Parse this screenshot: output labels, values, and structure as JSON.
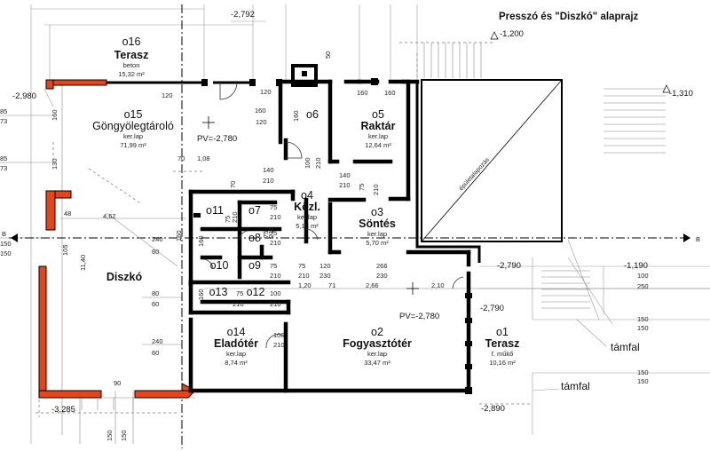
{
  "title": "Presszó és \"Diszkó\" alaprajz",
  "rooms": [
    {
      "id": "o16",
      "name": "Terasz",
      "finish": "beton",
      "area": "15,32 m²"
    },
    {
      "id": "o15",
      "name": "Göngyölegtároló",
      "finish": "ker.lap",
      "area": "71,99 m²"
    },
    {
      "id": "o6",
      "name": "",
      "finish": "",
      "area": ""
    },
    {
      "id": "o5",
      "name": "Raktár",
      "finish": "ker.lap",
      "area": "12,64 m²"
    },
    {
      "id": "o4",
      "name": "Közl.",
      "finish": "ker.lap",
      "area": "5,18 m²"
    },
    {
      "id": "o3",
      "name": "Söntés",
      "finish": "ker.lap",
      "area": "5,70 m²"
    },
    {
      "id": "o11",
      "name": "",
      "finish": "",
      "area": ""
    },
    {
      "id": "o7",
      "name": "",
      "finish": "",
      "area": ""
    },
    {
      "id": "o8",
      "name": "",
      "finish": "",
      "area": ""
    },
    {
      "id": "o10",
      "name": "",
      "finish": "",
      "area": ""
    },
    {
      "id": "o9",
      "name": "",
      "finish": "",
      "area": ""
    },
    {
      "id": "o13",
      "name": "",
      "finish": "",
      "area": ""
    },
    {
      "id": "o12",
      "name": "",
      "finish": "",
      "area": ""
    },
    {
      "id": "o14",
      "name": "Eladótér",
      "finish": "ker.lap",
      "area": "8,74 m²"
    },
    {
      "id": "o2",
      "name": "Fogyasztótér",
      "finish": "ker.lap",
      "area": "33,47 m²"
    },
    {
      "id": "o1",
      "name": "Terasz",
      "finish": "f. műkő",
      "area": "10,16 m²"
    },
    {
      "id": "",
      "name": "Diszkó",
      "finish": "",
      "area": ""
    }
  ],
  "levels": [
    "-2,792",
    "-1,200",
    "-2,980",
    "-1,310",
    "PV=-2,780",
    "-2,790",
    "-1,190",
    "-2,790",
    "PV=-2,780",
    "-3,285",
    "-2,890"
  ],
  "dimensions": [
    "50",
    "120",
    "120",
    "160",
    "160",
    "120",
    "160",
    "160",
    "160",
    "70",
    "1,08",
    "140",
    "210",
    "100",
    "210",
    "140",
    "210",
    "70",
    "75",
    "210",
    "48",
    "4,62",
    "75",
    "210",
    "75",
    "210",
    "75",
    "210",
    "75",
    "210",
    "75",
    "210",
    "120",
    "230",
    "266",
    "230",
    "75",
    "210",
    "160",
    "160",
    "1,20",
    "71",
    "2,66",
    "2,10",
    "75",
    "210",
    "100",
    "210",
    "100",
    "210",
    "90",
    "11,40",
    "105",
    "150",
    "150",
    "85",
    "73",
    "85",
    "73",
    "240",
    "60",
    "80",
    "60",
    "240",
    "60",
    "150",
    "150",
    "100",
    "250",
    "150",
    "150",
    "150",
    "150",
    "130",
    "160"
  ],
  "section_marks": [
    "B",
    "B"
  ],
  "labels": {
    "retaining_wall_1": "támfal",
    "retaining_wall_2": "támfal",
    "diagonal_note": "épületalapozás"
  },
  "colors": {
    "wall_fill": "#e8441a",
    "wall_line": "#000000",
    "background": "#ffffff"
  }
}
